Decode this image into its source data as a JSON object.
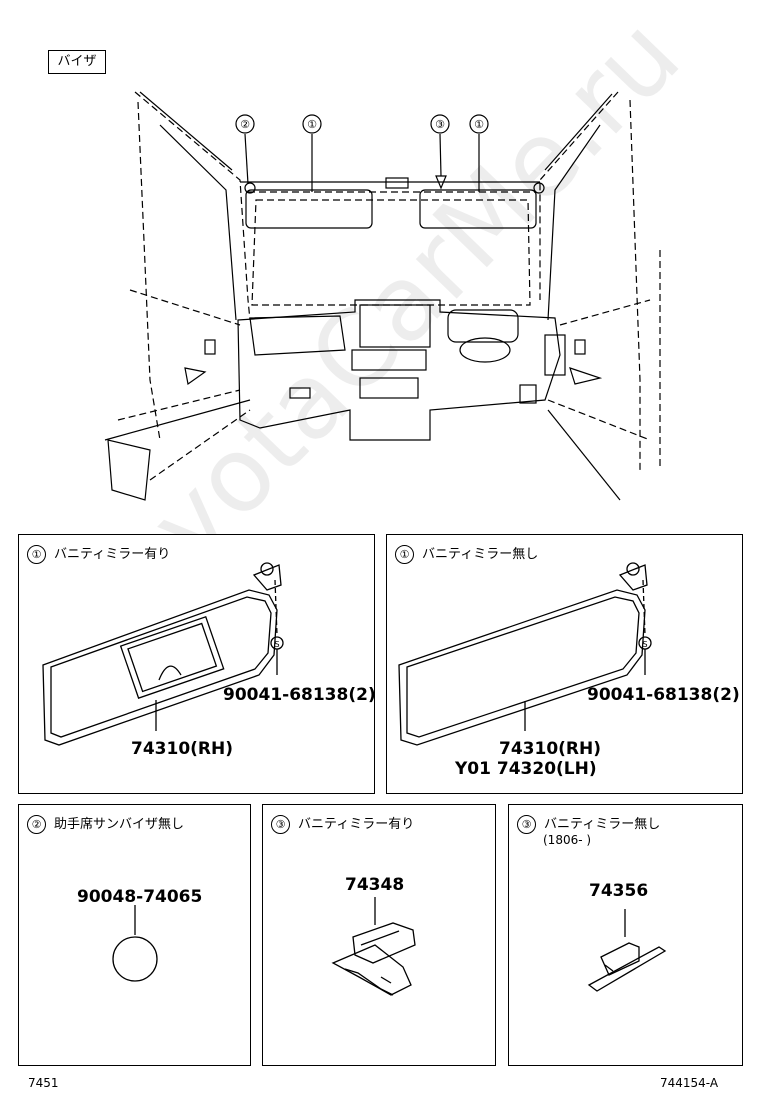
{
  "header": {
    "section_label": "バイザ"
  },
  "main_view": {
    "callouts": [
      "②",
      "①",
      "③",
      "①"
    ]
  },
  "panels": [
    {
      "index_mark": "①",
      "title": "バニティミラー有り",
      "parts": [
        "90041-68138(2)",
        "74310(RH)"
      ],
      "fastener_mark": "S"
    },
    {
      "index_mark": "①",
      "title": "バニティミラー無し",
      "parts": [
        "90041-68138(2)",
        "74310(RH)",
        "Y01 74320(LH)"
      ],
      "fastener_mark": "S"
    },
    {
      "index_mark": "②",
      "title": "助手席サンバイザ無し",
      "parts": [
        "90048-74065"
      ]
    },
    {
      "index_mark": "③",
      "title": "バニティミラー有り",
      "parts": [
        "74348"
      ]
    },
    {
      "index_mark": "③",
      "title": "バニティミラー無し",
      "subtitle": "(1806-      )",
      "parts": [
        "74356"
      ]
    }
  ],
  "footer": {
    "page_code": "7451",
    "figure_code": "744154-A"
  },
  "watermark": "ToyotaCarMe.ru"
}
